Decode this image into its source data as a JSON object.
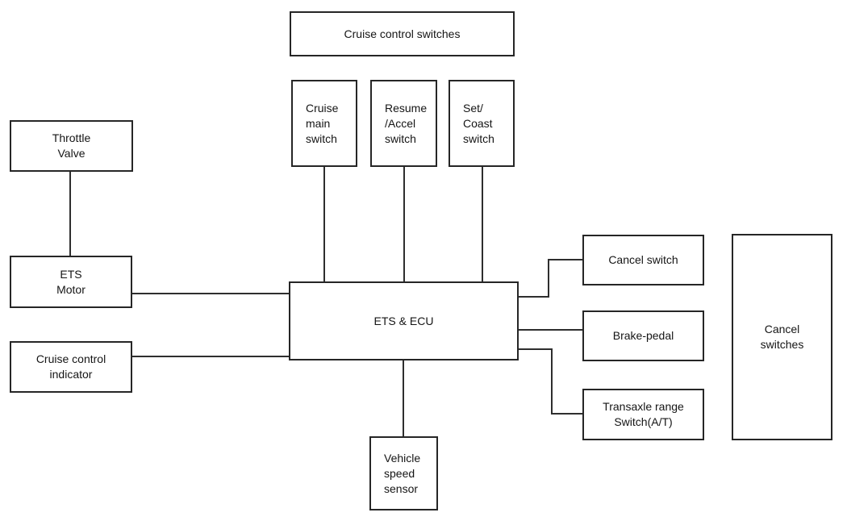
{
  "diagram_type": "block-diagram",
  "subject": "cruise control system",
  "colors": {
    "background": "#ffffff",
    "line": "#2e2e2e",
    "border": "#262626",
    "text": "#151515"
  },
  "nodes": {
    "cruise_control_switches": {
      "label": "Cruise control switches"
    },
    "cruise_main_switch": {
      "label": "Cruise\nmain\nswitch"
    },
    "resume_accel_switch": {
      "label": "Resume\n/Accel\nswitch"
    },
    "set_coast_switch": {
      "label": "Set/\nCoast\nswitch"
    },
    "throttle_valve": {
      "label": "Throttle\nValve"
    },
    "ets_motor": {
      "label": "ETS\nMotor"
    },
    "cruise_control_indicator": {
      "label": "Cruise control\nindicator"
    },
    "ets_ecu": {
      "label": "ETS & ECU"
    },
    "cancel_switch": {
      "label": "Cancel switch"
    },
    "brake_pedal": {
      "label": "Brake-pedal"
    },
    "transaxle_range_switch": {
      "label": "Transaxle range\nSwitch(A/T)"
    },
    "cancel_switches": {
      "label": "Cancel\nswitches"
    },
    "vehicle_speed_sensor": {
      "label": "Vehicle\nspeed\nsensor"
    }
  },
  "edges": [
    {
      "from": "throttle_valve",
      "to": "ets_motor"
    },
    {
      "from": "cruise_main_switch",
      "to": "ets_ecu"
    },
    {
      "from": "resume_accel_switch",
      "to": "ets_ecu"
    },
    {
      "from": "set_coast_switch",
      "to": "ets_ecu"
    },
    {
      "from": "ets_motor",
      "to": "ets_ecu"
    },
    {
      "from": "cruise_control_indicator",
      "to": "ets_ecu"
    },
    {
      "from": "ets_ecu",
      "to": "cancel_switch"
    },
    {
      "from": "ets_ecu",
      "to": "brake_pedal"
    },
    {
      "from": "ets_ecu",
      "to": "transaxle_range_switch"
    },
    {
      "from": "ets_ecu",
      "to": "vehicle_speed_sensor"
    }
  ]
}
